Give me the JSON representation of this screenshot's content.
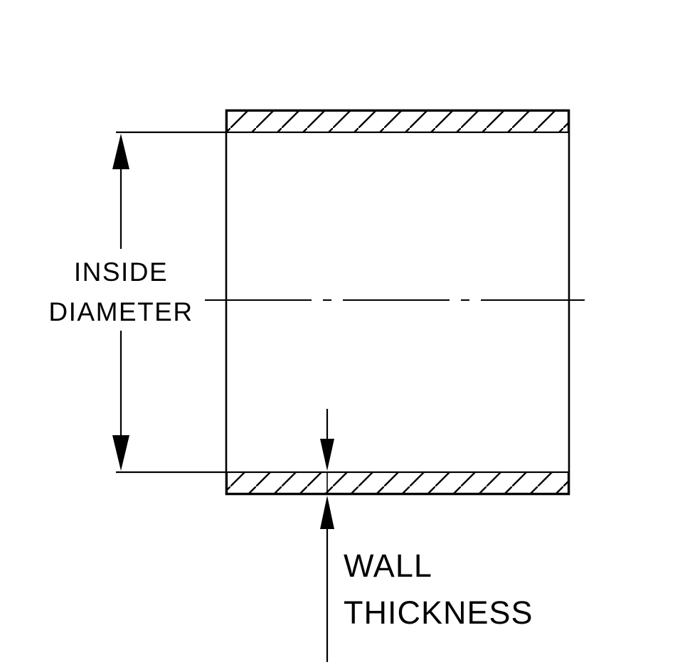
{
  "diagram": {
    "type": "technical-cross-section",
    "labels": {
      "inside_diameter": {
        "line1": "INSIDE",
        "line2": "DIAMETER"
      },
      "wall_thickness": {
        "line1": "WALL",
        "line2": "THICKNESS"
      }
    },
    "colors": {
      "line": "#000000",
      "background": "#ffffff"
    }
  }
}
